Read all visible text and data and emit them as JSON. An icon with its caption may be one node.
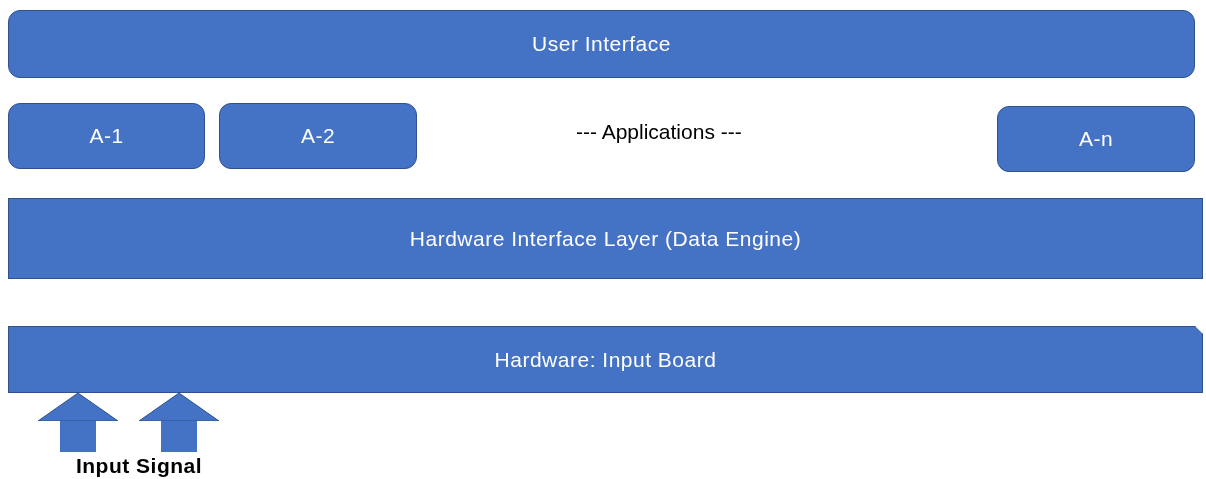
{
  "diagram": {
    "nodes": [
      {
        "text": [
          "User Interface"
        ]
      },
      {
        "text": [
          "A-1"
        ]
      },
      {
        "text": [
          "A-2"
        ]
      },
      {
        "text": [
          "A-n"
        ]
      },
      {
        "text": [
          "Hardware Interface Layer (Data Engine)"
        ]
      },
      {
        "text": [
          "Hardware: Input Board"
        ]
      },
      {
        "text": [
          "Input Signal"
        ]
      }
    ],
    "edges": [
      {
        "from": 6,
        "to": 5,
        "arrow": "to"
      },
      {
        "from": 6,
        "to": 5,
        "arrow": "to"
      }
    ],
    "labels": [
      "--- Applications ---"
    ]
  }
}
